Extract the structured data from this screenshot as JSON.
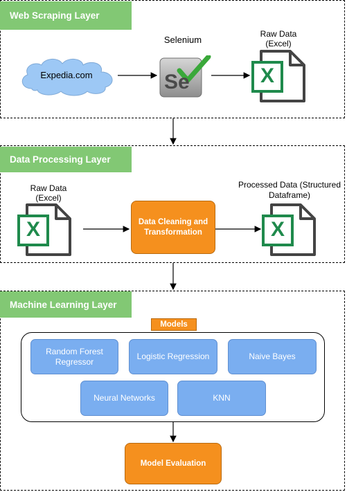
{
  "layers": {
    "web_scraping": {
      "title": "Web Scraping Layer",
      "source": "Expedia.com",
      "tool_label": "Selenium",
      "tool_logo_text": "Se",
      "output_label_line1": "Raw Data",
      "output_label_line2": "(Excel)"
    },
    "data_processing": {
      "title": "Data Processing Layer",
      "input_label_line1": "Raw Data",
      "input_label_line2": "(Excel)",
      "process_line1": "Data Cleaning and",
      "process_line2": "Transformation",
      "output_label_line1": "Processed Data (Structured",
      "output_label_line2": "Dataframe)"
    },
    "machine_learning": {
      "title": "Machine Learning Layer",
      "models_tag": "Models",
      "models": [
        {
          "line1": "Random Forest",
          "line2": "Regressor"
        },
        {
          "line1": "Logistic Regression",
          "line2": ""
        },
        {
          "line1": "Naive Bayes",
          "line2": ""
        },
        {
          "line1": "Neural Networks",
          "line2": ""
        },
        {
          "line1": "KNN",
          "line2": ""
        }
      ],
      "evaluation": "Model Evaluation"
    }
  },
  "icons": {
    "excel_letter": "X",
    "excel_color": "#1f8a4c",
    "cloud_color": "#9dc8f5",
    "check_color": "#3aa83a"
  },
  "colors": {
    "layer_title_bg": "#82c874",
    "process_bg": "#f5901e",
    "model_bg": "#7aaef0"
  }
}
